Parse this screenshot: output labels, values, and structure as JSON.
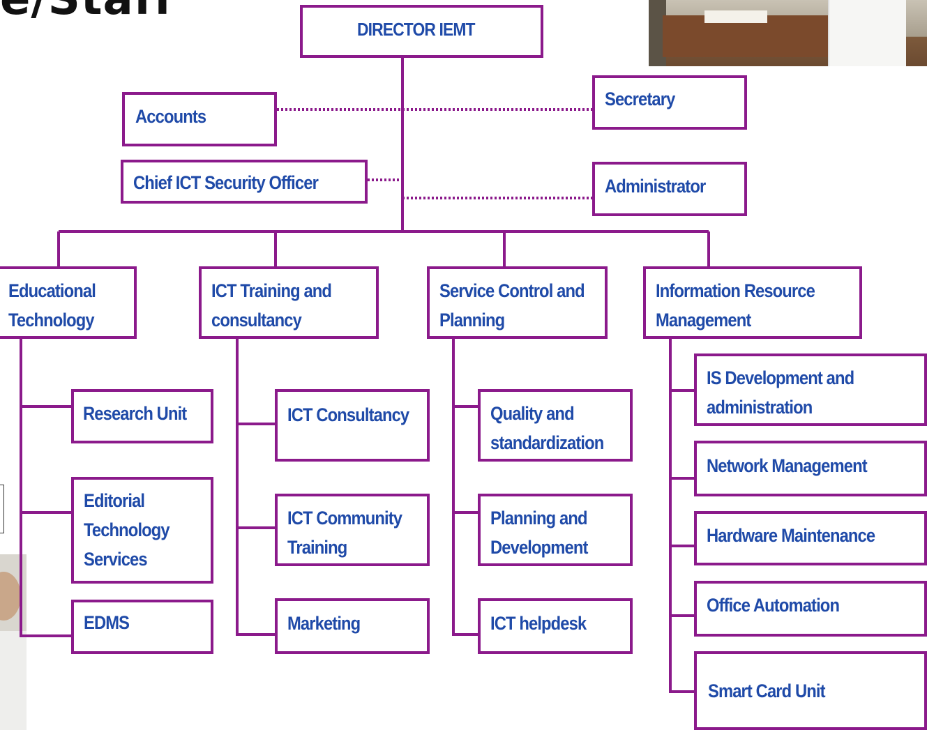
{
  "slide": {
    "title_fragment": "e/Staff"
  },
  "org_chart": {
    "top": {
      "label": "DIRECTOR IEMT"
    },
    "staff": {
      "accounts": "Accounts",
      "security_officer": "Chief ICT Security Officer",
      "secretary": "Secretary",
      "administrator": "Administrator"
    },
    "divisions": [
      {
        "label": "Educational\nTechnology",
        "units": [
          "Research Unit",
          "Editorial\nTechnology\nServices",
          "EDMS"
        ]
      },
      {
        "label": "ICT Training and\nconsultancy",
        "units": [
          "ICT Consultancy",
          "ICT Community\nTraining",
          "Marketing"
        ]
      },
      {
        "label": "Service Control and\nPlanning",
        "units": [
          "Quality and\nstandardization",
          "Planning and\nDevelopment",
          "ICT helpdesk"
        ]
      },
      {
        "label": "Information Resource\nManagement",
        "units": [
          "IS Development and\nadministration",
          "Network Management",
          "Hardware Maintenance",
          "Office Automation",
          "Smart Card Unit"
        ]
      }
    ]
  },
  "colors": {
    "border": "#8b1a8b",
    "text": "#1f4aa8",
    "title": "#111111"
  }
}
